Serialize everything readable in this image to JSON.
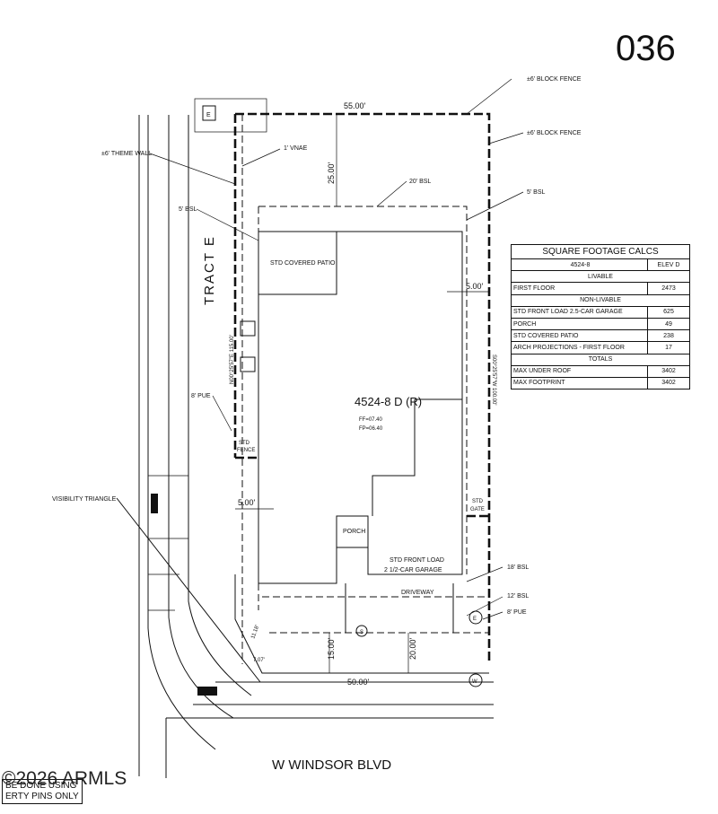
{
  "sheet_number": "036",
  "labels": {
    "block_fence_1": "±6' BLOCK FENCE",
    "block_fence_2": "±6' BLOCK FENCE",
    "theme_wall": "±6' THEME WALL",
    "vnae": "1' VNAE",
    "bsl_20": "20' BSL",
    "bsl_5_right": "5' BSL",
    "bsl_5_left": "5' BSL",
    "pue_8_left": "8' PUE",
    "visibility_triangle": "VISIBILITY TRIANGLE",
    "bsl_18": "18' BSL",
    "bsl_12": "12' BSL",
    "pue_8_right": "8' PUE",
    "std_covered_patio": "STD COVERED PATIO",
    "std_fence": "STD FENCE",
    "std_gate": "STD GATE",
    "porch": "PORCH",
    "garage": "STD FRONT LOAD 2 1/2-CAR GARAGE",
    "driveway": "DRIVEWAY",
    "tract": "TRACT E",
    "street": "W WINDSOR BLVD",
    "marker_e_top": "E",
    "marker_e_bottom": "E",
    "marker_w": "W",
    "marker_s": "S"
  },
  "dimensions": {
    "top": "55.00'",
    "front_setback": "25.00'",
    "right_side": "5.00'",
    "left_side": "5.00'",
    "right_bearing": "S00°25'57\"W 100.00'",
    "left_bearing": "N00°25'57\"E 115.00'",
    "bottom": "50.00'",
    "drive_15": "15.00'",
    "drive_20": "20.00'",
    "corner_1118": "11.18'",
    "corner_small": "7.07'"
  },
  "lot": {
    "plan": "4524-8 D (R)",
    "ff": "FF=07.40",
    "fp": "FP=06.40"
  },
  "sqft_table": {
    "title": "SQUARE FOOTAGE CALCS",
    "plan_col": "4524-8",
    "elev_col": "ELEV D",
    "livable_header": "LIVABLE",
    "non_livable_header": "NON-LIVABLE",
    "totals_header": "TOTALS",
    "livable": [
      {
        "name": "FIRST FLOOR",
        "value": "2473"
      }
    ],
    "non_livable": [
      {
        "name": "STD FRONT LOAD 2.5-CAR GARAGE",
        "value": "625"
      },
      {
        "name": "PORCH",
        "value": "49"
      },
      {
        "name": "STD COVERED PATIO",
        "value": "238"
      },
      {
        "name": "ARCH PROJECTIONS - FIRST FLOOR",
        "value": "17"
      }
    ],
    "totals": [
      {
        "name": "MAX UNDER ROOF",
        "value": "3402"
      },
      {
        "name": "MAX FOOTPRINT",
        "value": "3402"
      }
    ]
  },
  "watermark": {
    "brand": "©2026 ARMLS",
    "line1": "BE DONE USING",
    "line2": "ERTY PINS ONLY"
  }
}
